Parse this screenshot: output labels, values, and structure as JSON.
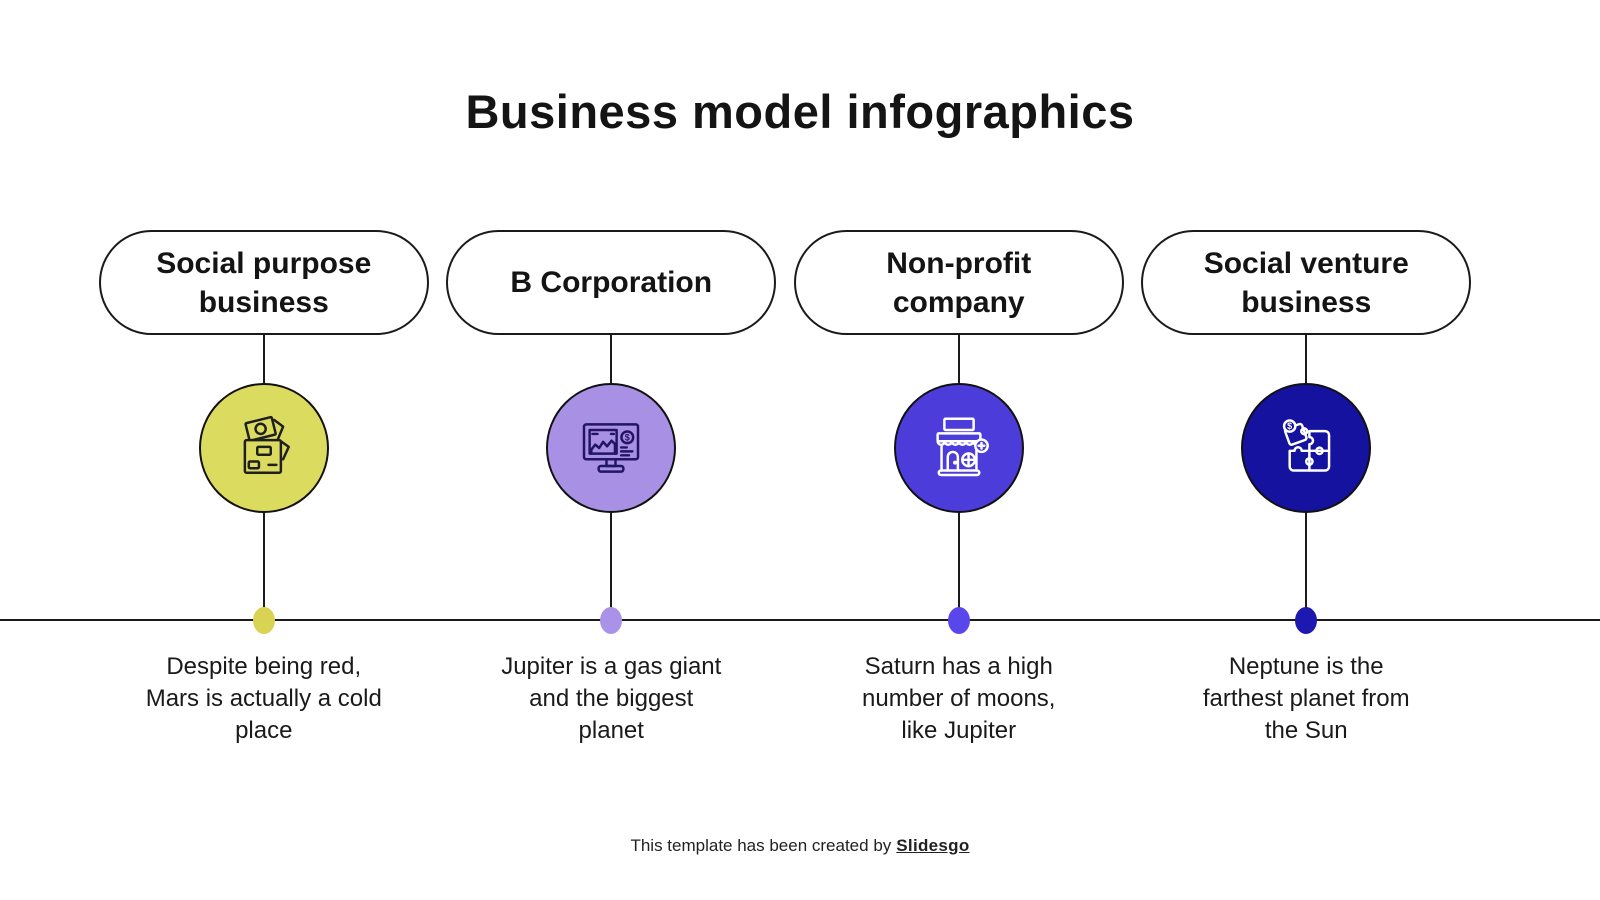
{
  "title": "Business model infographics",
  "colors": {
    "ink": "#1a1a1a",
    "background": "#ffffff",
    "yellow": "#dbdb60",
    "light_purple": "#a890e5",
    "indigo": "#4c3cd9",
    "navy": "#1512a0"
  },
  "columns": [
    {
      "label": "Social purpose\nbusiness",
      "icon": "donation-box-icon",
      "circle_color": "#dbdb60",
      "dot_color": "#d8d352",
      "icon_color": "#1f1f1f",
      "description": "Despite being red,\nMars is actually a cold\nplace"
    },
    {
      "label": "B Corporation",
      "icon": "analytics-monitor-icon",
      "circle_color": "#a890e5",
      "dot_color": "#aa92e8",
      "icon_color": "#221566",
      "description": "Jupiter is a gas giant\nand the biggest\nplanet"
    },
    {
      "label": "Non-profit\ncompany",
      "icon": "storefront-icon",
      "circle_color": "#4c3cd9",
      "dot_color": "#5a47eb",
      "icon_color": "#ffffff",
      "description": "Saturn has a high\nnumber of moons,\nlike Jupiter"
    },
    {
      "label": "Social venture\nbusiness",
      "icon": "puzzle-money-icon",
      "circle_color": "#1512a0",
      "dot_color": "#1d18af",
      "icon_color": "#ffffff",
      "description": "Neptune is the\nfarthest planet from\nthe Sun"
    }
  ],
  "footer": {
    "text": "This template has been created by",
    "brand": "Slidesgo"
  }
}
